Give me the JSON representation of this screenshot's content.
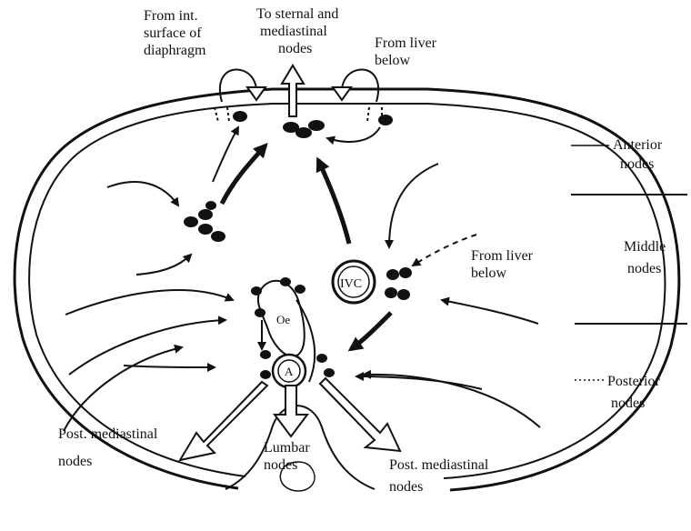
{
  "diagram": {
    "labels": {
      "from_int_surface": [
        "From int.",
        "surface of",
        "diaphragm"
      ],
      "to_sternal": [
        "To sternal and",
        "mediastinal",
        "nodes"
      ],
      "from_liver_top": [
        "From liver",
        "below"
      ],
      "from_liver_mid": [
        "From liver",
        "below"
      ],
      "post_mediastinal_left": [
        "Post. mediastinal",
        "nodes"
      ],
      "lumbar": [
        "Lumbar",
        "nodes"
      ],
      "post_mediastinal_right": [
        "Post. mediastinal",
        "nodes"
      ],
      "ivc": "IVC",
      "oesophagus": "Oe",
      "aorta": "A"
    },
    "legend": {
      "anterior": [
        "Anterior",
        "nodes"
      ],
      "middle": [
        "Middle",
        "nodes"
      ],
      "posterior": [
        "Posterior",
        "nodes"
      ]
    }
  },
  "colors": {
    "ink": "#111111",
    "paper": "#ffffff"
  }
}
